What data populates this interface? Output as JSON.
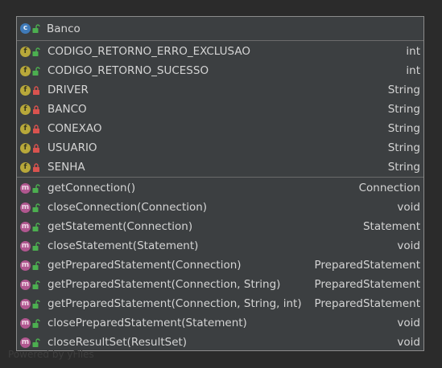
{
  "class": {
    "name": "Banco",
    "icon_letter": "c",
    "icon": "class-icon"
  },
  "fields": [
    {
      "name": "CODIGO_RETORNO_ERRO_EXCLUSAO",
      "type": "int",
      "visibility": "public"
    },
    {
      "name": "CODIGO_RETORNO_SUCESSO",
      "type": "int",
      "visibility": "public"
    },
    {
      "name": "DRIVER",
      "type": "String",
      "visibility": "private"
    },
    {
      "name": "BANCO",
      "type": "String",
      "visibility": "private"
    },
    {
      "name": "CONEXAO",
      "type": "String",
      "visibility": "private"
    },
    {
      "name": "USUARIO",
      "type": "String",
      "visibility": "private"
    },
    {
      "name": "SENHA",
      "type": "String",
      "visibility": "private"
    }
  ],
  "methods": [
    {
      "name": "getConnection()",
      "type": "Connection",
      "visibility": "public"
    },
    {
      "name": "closeConnection(Connection)",
      "type": "void",
      "visibility": "public"
    },
    {
      "name": "getStatement(Connection)",
      "type": "Statement",
      "visibility": "public"
    },
    {
      "name": "closeStatement(Statement)",
      "type": "void",
      "visibility": "public"
    },
    {
      "name": "getPreparedStatement(Connection)",
      "type": "PreparedStatement",
      "visibility": "public"
    },
    {
      "name": "getPreparedStatement(Connection, String)",
      "type": "PreparedStatement",
      "visibility": "public"
    },
    {
      "name": "getPreparedStatement(Connection, String, int)",
      "type": "PreparedStatement",
      "visibility": "public"
    },
    {
      "name": "closePreparedStatement(Statement)",
      "type": "void",
      "visibility": "public"
    },
    {
      "name": "closeResultSet(ResultSet)",
      "type": "void",
      "visibility": "public"
    }
  ],
  "icons": {
    "field_letter": "f",
    "method_letter": "m",
    "public": "unlocked-icon",
    "private": "locked-icon"
  },
  "colors": {
    "background": "#2b2b2b",
    "card": "#3c3f41",
    "class_icon": "#3f7ab8",
    "field_icon": "#b8a83a",
    "method_icon": "#b0578f",
    "public_lock": "#4caf50",
    "private_lock": "#d9534f"
  },
  "watermark": "Powered by yFiles"
}
